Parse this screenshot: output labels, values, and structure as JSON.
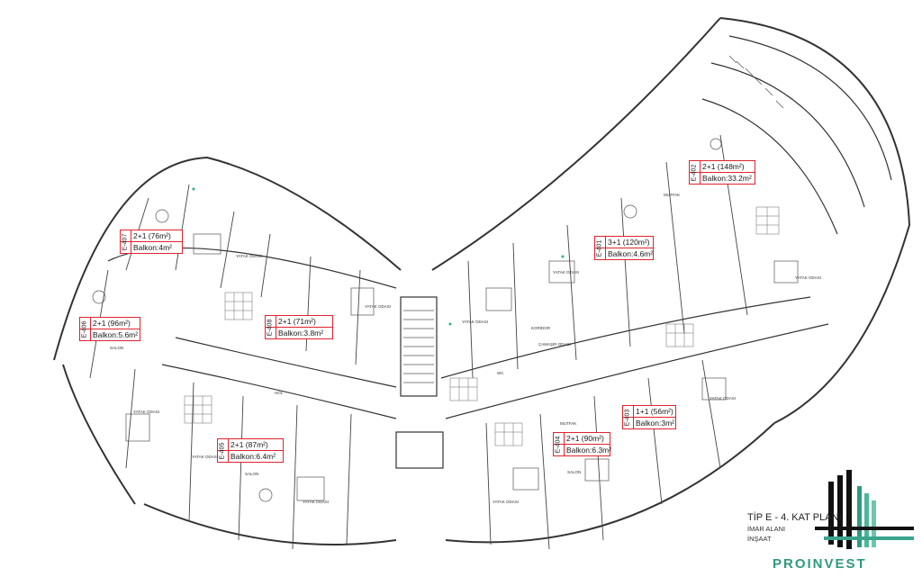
{
  "plan": {
    "title": "TİP E - 4. KAT PLANI",
    "subtitle_1": "İMAR ALANI",
    "subtitle_2": "İNŞAAT",
    "brand_text": "PROINVEST",
    "colors": {
      "accent_red": "#e0232e",
      "brand_green": "#3aa58c",
      "line": "#333333"
    }
  },
  "units": [
    {
      "id": "E-407",
      "type": "2+1",
      "area": "(76m²)",
      "balcony": "Balkon:4m²"
    },
    {
      "id": "E-406",
      "type": "2+1",
      "area": "(96m²)",
      "balcony": "Balkon:5.6m²"
    },
    {
      "id": "E-408",
      "type": "2+1",
      "area": "(71m²)",
      "balcony": "Balkon:3.8m²"
    },
    {
      "id": "E-405",
      "type": "2+1",
      "area": "(87m²)",
      "balcony": "Balkon:6.4m²"
    },
    {
      "id": "E-401",
      "type": "3+1",
      "area": "(120m²)",
      "balcony": "Balkon:4.6m²"
    },
    {
      "id": "E-402",
      "type": "2+1",
      "area": "(148m²)",
      "balcony": "Balkon:33.2m²"
    },
    {
      "id": "E-403",
      "type": "1+1",
      "area": "(56m²)",
      "balcony": "Balkon:3m²"
    },
    {
      "id": "E-404",
      "type": "2+1",
      "area": "(90m²)",
      "balcony": "Balkon:6.3m²"
    }
  ],
  "room_labels": {
    "bedroom": "YATAK ODASI",
    "living": "SALON",
    "kitchen": "MUTFAK",
    "hall": "HOL",
    "corridor": "KORİDOR",
    "laundry": "ÇAMAŞIR ODASI",
    "wc": "WC"
  }
}
